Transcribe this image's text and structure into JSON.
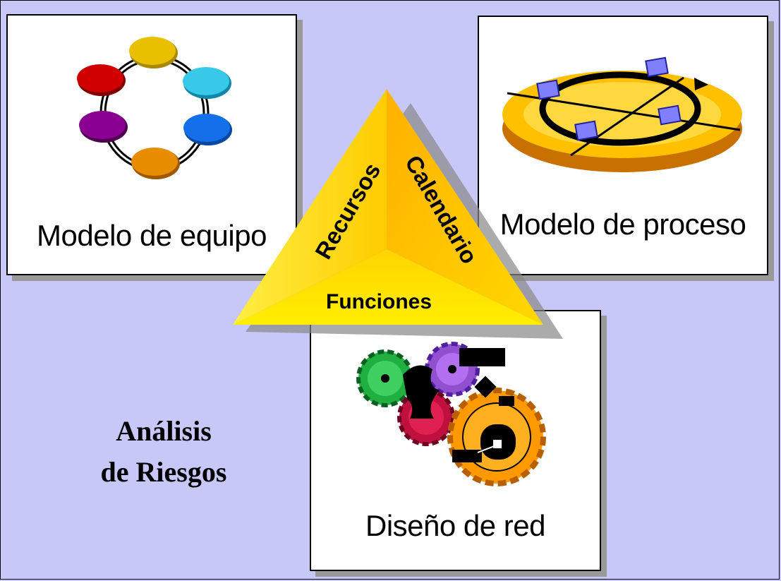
{
  "panels": {
    "team": {
      "label": "Modelo de equipo"
    },
    "process": {
      "label": "Modelo de proceso"
    },
    "network": {
      "label": "Diseño de red"
    }
  },
  "triangle": {
    "left": "Recursos",
    "right": "Calendario",
    "bottom": "Funciones"
  },
  "risk": {
    "line1": "Análisis",
    "line2": "de Riesgos"
  },
  "colors": {
    "background": "#c8c8f8",
    "triangle": "#ffcc00",
    "team_nodes": [
      "#e8b800",
      "#30c0e0",
      "#1070e0",
      "#e08a00",
      "#880088",
      "#cc0000"
    ],
    "gears": [
      "#20b040",
      "#9050d0",
      "#c01040",
      "#ff9900"
    ],
    "process_disc": "#ffc000",
    "process_nodes": "#8888ff"
  },
  "icons": [
    "team-ring-icon",
    "process-cycle-icon",
    "gears-icon"
  ]
}
